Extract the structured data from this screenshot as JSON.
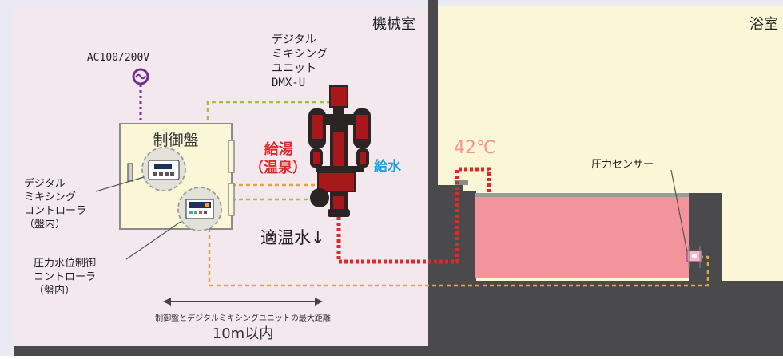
{
  "rooms": {
    "machine_room": "機械室",
    "bathroom": "浴室"
  },
  "power": {
    "label": "AC100/200V"
  },
  "control_panel": {
    "title": "制御盤",
    "digital_controller_label": [
      "デジタル",
      "ミキシング",
      "コントローラ",
      "（盤内）"
    ],
    "pressure_controller_label": [
      "圧力水位制御",
      "コントローラ",
      "（盤内）"
    ]
  },
  "mixing_unit": {
    "label": [
      "デジタル",
      "ミキシング",
      "ユニット",
      "DMX-U"
    ],
    "hot_water_label": [
      "給湯",
      "（温泉）"
    ],
    "cold_water_label": "給水",
    "proper_temp_label": "適温水↓"
  },
  "bath": {
    "temperature": "42℃",
    "pressure_sensor_label": "圧力センサー"
  },
  "distance": {
    "caption": "制御盤とデジタルミキシングユニットの最大距離",
    "value": "10m以内"
  },
  "colors": {
    "machine_room_bg": "#f4e8ef",
    "bathroom_bg": "#fbf7d6",
    "wall_dark": "#4a4a4c",
    "water_pink": "#f3939c",
    "hot_red": "#e02828",
    "cold_blue": "#1d9fe0",
    "power_purple": "#7a2a91",
    "signal_green": "#9bc43a",
    "signal_orange": "#e0a640",
    "unit_dark": "#2b2425",
    "unit_red": "#a8181b"
  }
}
